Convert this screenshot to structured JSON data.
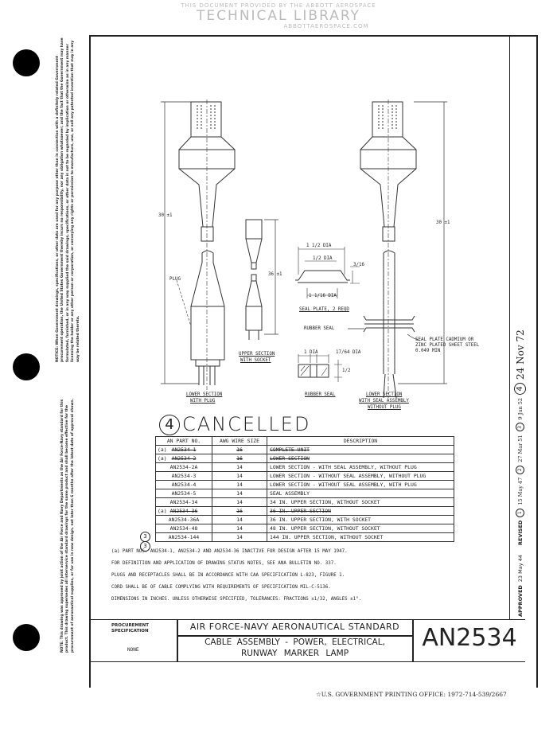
{
  "header": {
    "provided_by": "THIS DOCUMENT PROVIDED BY THE ABBOTT AEROSPACE",
    "library": "TECHNICAL LIBRARY",
    "url": "ABBOTTAEROSPACE.COM"
  },
  "margin_notices": {
    "notice": "NOTICE: When Government drawings, specifications, or other data are used for any purpose other than in connection with a definitely related Government procurement operation, the United States Government thereby incurs no responsibility, nor any obligation whatsoever; and the fact that the Government may have formulated, furnished, or in any way supplied the said drawings, specifications, or other data is not to be regarded by implication or otherwise as in any manner licensing the holder or any other person or corporation, or conveying any rights or permission to manufacture, use, or sell any patented invention that may in any way be related thereto.",
    "note": "NOTE: This drawing was approved by joint action of the Air Force and Navy Departments as the Air Force-Navy standard for this product. This drawing supersedes all interservice standard drawings for the same product and shall become effective for the procurement of aeronautical supplies, or for use in new design, not later than 6 months after the latest date of approval shown."
  },
  "drawing": {
    "dim_30_left": "30 ±1",
    "dim_36": "36 ±1",
    "dim_30_right": "30 ±1",
    "plug_label": "PLUG",
    "lower_with_plug": [
      "LOWER SECTION",
      "WITH PLUG"
    ],
    "upper_with_socket": [
      "UPPER SECTION",
      "WITH SOCKET"
    ],
    "seal_plate_dims": {
      "outer": "1 1/2 DIA",
      "inner": "1/2 DIA",
      "height": "3/16",
      "base": "1 1/16 DIA"
    },
    "seal_plate_label": "SEAL PLATE, 2 REQD",
    "rubber_seal_pointer": "RUBBER SEAL",
    "seal_plate_note": [
      "SEAL PLATE CADMIUM OR",
      "ZINC PLATED SHEET STEEL",
      "0.049 MIN"
    ],
    "rubber_seal_dims": {
      "dia": "1 DIA",
      "hole": "17/64 DIA",
      "thickness": "1/2"
    },
    "rubber_seal_label": "RUBBER SEAL",
    "lower_with_seal": [
      "LOWER SECTION",
      "WITH SEAL ASSEMBLY",
      "WITHOUT PLUG"
    ]
  },
  "cancelled": {
    "revision": "4",
    "label": "CANCELLED"
  },
  "table": {
    "headers": [
      "AN PART NO.",
      "AWG WIRE SIZE",
      "DESCRIPTION"
    ],
    "rows": [
      {
        "mark": "",
        "prefix": "(a)",
        "part": "AN2534-1",
        "awg": "16",
        "desc": "COMPLETE UNIT",
        "struck": true
      },
      {
        "mark": "",
        "prefix": "(a)",
        "part": "AN2534-2",
        "awg": "16",
        "desc": "LOWER SECTION",
        "struck": true
      },
      {
        "mark": "",
        "prefix": "",
        "part": "AN2534-2A",
        "awg": "14",
        "desc": "LOWER SECTION - WITH SEAL ASSEMBLY, WITHOUT PLUG",
        "struck": false
      },
      {
        "mark": "",
        "prefix": "",
        "part": "AN2534-3",
        "awg": "14",
        "desc": "LOWER SECTION - WITHOUT SEAL ASSEMBLY, WITHOUT PLUG",
        "struck": false
      },
      {
        "mark": "",
        "prefix": "",
        "part": "AN2534-4",
        "awg": "14",
        "desc": "LOWER SECTION - WITHOUT SEAL ASSEMBLY, WITH PLUG",
        "struck": false
      },
      {
        "mark": "",
        "prefix": "",
        "part": "AN2534-5",
        "awg": "14",
        "desc": "SEAL ASSEMBLY",
        "struck": false
      },
      {
        "mark": "",
        "prefix": "",
        "part": "AN2534-34",
        "awg": "14",
        "desc": "34 IN. UPPER SECTION, WITHOUT SOCKET",
        "struck": false
      },
      {
        "mark": "",
        "prefix": "(a)",
        "part": "AN2534-36",
        "awg": "16",
        "desc": "36 IN. UPPER SECTION",
        "struck": true
      },
      {
        "mark": "",
        "prefix": "",
        "part": "AN2534-36A",
        "awg": "14",
        "desc": "36 IN. UPPER SECTION, WITH SOCKET",
        "struck": false
      },
      {
        "mark": "3",
        "prefix": "",
        "part": "AN2534-48",
        "awg": "14",
        "desc": "48 IN. UPPER SECTION, WITHOUT SOCKET",
        "struck": false
      },
      {
        "mark": "3",
        "prefix": "",
        "part": "AN2534-144",
        "awg": "14",
        "desc": "144 IN. UPPER SECTION, WITHOUT SOCKET",
        "struck": false
      }
    ]
  },
  "notes": [
    "(a) PART NOS. AN2534-1, AN2534-2 AND AN2534-36 INACTIVE FOR DESIGN AFTER 15 MAY 1947.",
    "FOR DEFINITION AND APPLICATION OF DRAWING STATUS NOTES, SEE ANA BULLETIN NO. 337.",
    "PLUGS AND RECEPTACLES SHALL BE IN ACCORDANCE WITH CAA SPECIFICATION L-823, FIGURE 1.",
    "CORD SHALL BE OF CABLE COMPLYING WITH REQUIREMENTS OF SPECIFICATION MIL-C-5136.",
    "DIMENSIONS IN INCHES. UNLESS OTHERWISE SPECIFIED, TOLERANCES: FRACTIONS ±1/32, ANGLES ±1°."
  ],
  "revisions": {
    "approved_label": "APPROVED",
    "approved_date": "23 May 44",
    "revised_label": "REVISED",
    "items": [
      {
        "num": "1",
        "date": "15 May 47"
      },
      {
        "num": "2",
        "date": "27 Mar 51"
      },
      {
        "num": "3",
        "date": "9 Jun 52"
      },
      {
        "num": "4",
        "date": "24 Nov 72"
      }
    ]
  },
  "title_block": {
    "procurement_label": "PROCUREMENT SPECIFICATION",
    "procurement_value": "NONE",
    "standard": "AIR FORCE-NAVY AERONAUTICAL STANDARD",
    "title_line1": "CABLE ASSEMBLY - POWER, ELECTRICAL,",
    "title_line2": "RUNWAY MARKER LAMP",
    "number": "AN2534"
  },
  "footer": {
    "printing": "☆U.S. GOVERNMENT PRINTING OFFICE: 1972-714-539/2667"
  }
}
